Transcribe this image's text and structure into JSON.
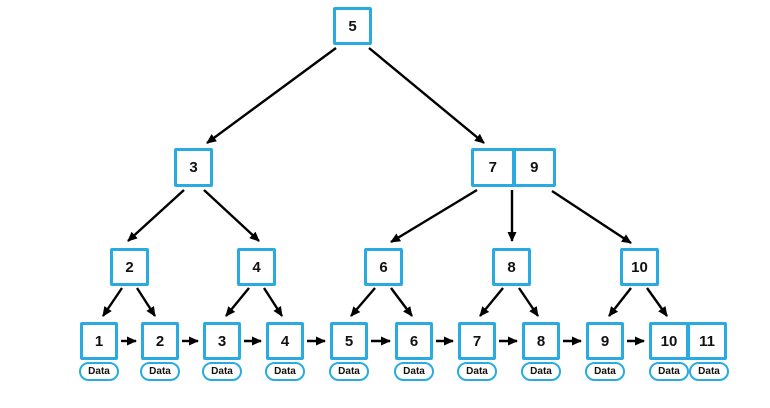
{
  "diagram": {
    "type": "b-plus-tree",
    "data_label": "Data",
    "colors": {
      "node_border": "#29ABE2",
      "edge": "#000000",
      "key_text": "#111111",
      "background": "#FFFFFF"
    },
    "root": {
      "keys": [
        "5"
      ]
    },
    "internal_nodes": [
      {
        "level": 2,
        "keys": [
          "3"
        ]
      },
      {
        "level": 2,
        "keys": [
          "7",
          "9"
        ]
      },
      {
        "level": 3,
        "keys": [
          "2"
        ]
      },
      {
        "level": 3,
        "keys": [
          "4"
        ]
      },
      {
        "level": 3,
        "keys": [
          "6"
        ]
      },
      {
        "level": 3,
        "keys": [
          "8"
        ]
      },
      {
        "level": 3,
        "keys": [
          "10"
        ]
      }
    ],
    "leaf_nodes": [
      {
        "keys": [
          "1"
        ]
      },
      {
        "keys": [
          "2"
        ]
      },
      {
        "keys": [
          "3"
        ]
      },
      {
        "keys": [
          "4"
        ]
      },
      {
        "keys": [
          "5"
        ]
      },
      {
        "keys": [
          "6"
        ]
      },
      {
        "keys": [
          "7"
        ]
      },
      {
        "keys": [
          "8"
        ]
      },
      {
        "keys": [
          "9"
        ]
      },
      {
        "keys": [
          "10",
          "11"
        ]
      }
    ]
  }
}
